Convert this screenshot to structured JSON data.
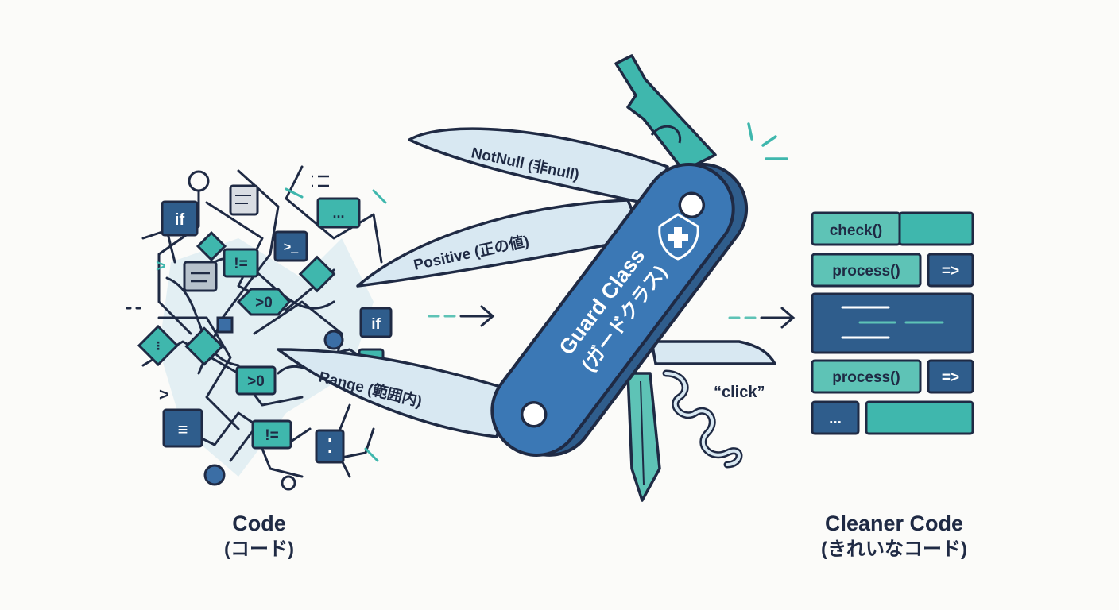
{
  "palette": {
    "navy": "#1f2a44",
    "teal": "#3fb7ad",
    "light_teal": "#5ec3b6",
    "steel_blue": "#3b6ea5",
    "dark_blue": "#2f5d8c",
    "blade": "#d8e8f2",
    "background": "#fbfbf9"
  },
  "left": {
    "caption": "Code",
    "caption_sub": "(コード)",
    "snippets": [
      "if",
      "...",
      "!=",
      ">_",
      ">0",
      "if",
      ">0",
      "!=",
      "≡",
      ">",
      ">"
    ]
  },
  "knife": {
    "handle_text": "Guard Class",
    "handle_text_sub": "(ガードクラス)",
    "blades": [
      "NotNull (非null)",
      "Positive (正の値)",
      "Range (範囲内)"
    ],
    "click_label": "“click”"
  },
  "right": {
    "caption": "Cleaner Code",
    "caption_sub": "(きれいなコード)",
    "rows": [
      "check()",
      "process()",
      "=>",
      "process()",
      "=>",
      "..."
    ]
  }
}
